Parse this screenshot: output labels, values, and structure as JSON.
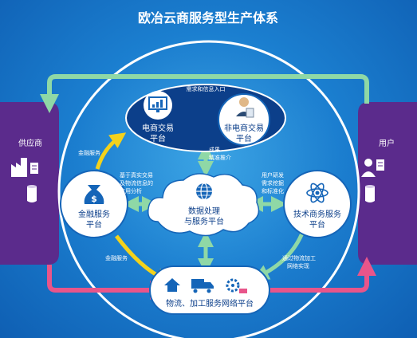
{
  "title": "欧冶云商服务型生产体系",
  "left_side": {
    "label": "供应商",
    "icon": "factory-icon"
  },
  "right_side": {
    "label": "用户",
    "icon": "user-icon"
  },
  "nodes": {
    "ecommerce": {
      "line1": "电商交易",
      "line2": "平台",
      "icon": "monitor-chart-icon"
    },
    "non_ecommerce": {
      "line1": "非电商交易",
      "line2": "平台",
      "icon": "businessman-icon"
    },
    "finance": {
      "line1": "金融服务",
      "line2": "平台",
      "icon": "money-bag-icon"
    },
    "data": {
      "line1": "数据处理",
      "line2": "与服务平台",
      "icon": "globe-icon"
    },
    "tech": {
      "line1": "技术商务服务",
      "line2": "平台",
      "icon": "atom-icon"
    },
    "logistics": {
      "line1": "物流、加工服务网络平台",
      "icon": "logistics-icon"
    }
  },
  "annotations": {
    "demand_entry": "需求和信息入口",
    "deal_1": "成果",
    "deal_2": "精准推介",
    "finance_top": "金融服务",
    "credit_1": "基于真实交易",
    "credit_2": "及物流信息的",
    "credit_3": "信用分析",
    "rd_1": "用户研发",
    "rd_2": "需求挖掘",
    "rd_3": "和标准化",
    "finance_bottom": "金融服务",
    "logistics_1": "通过物流加工",
    "logistics_2": "网络实现"
  },
  "colors": {
    "background": "#1b7fd0",
    "side_panel": "#5b2b8c",
    "connector_green": "#8fd8a6",
    "connector_pink": "#e8558a",
    "arrow_yellow": "#f3d21c",
    "icon_blue": "#1565b8"
  }
}
